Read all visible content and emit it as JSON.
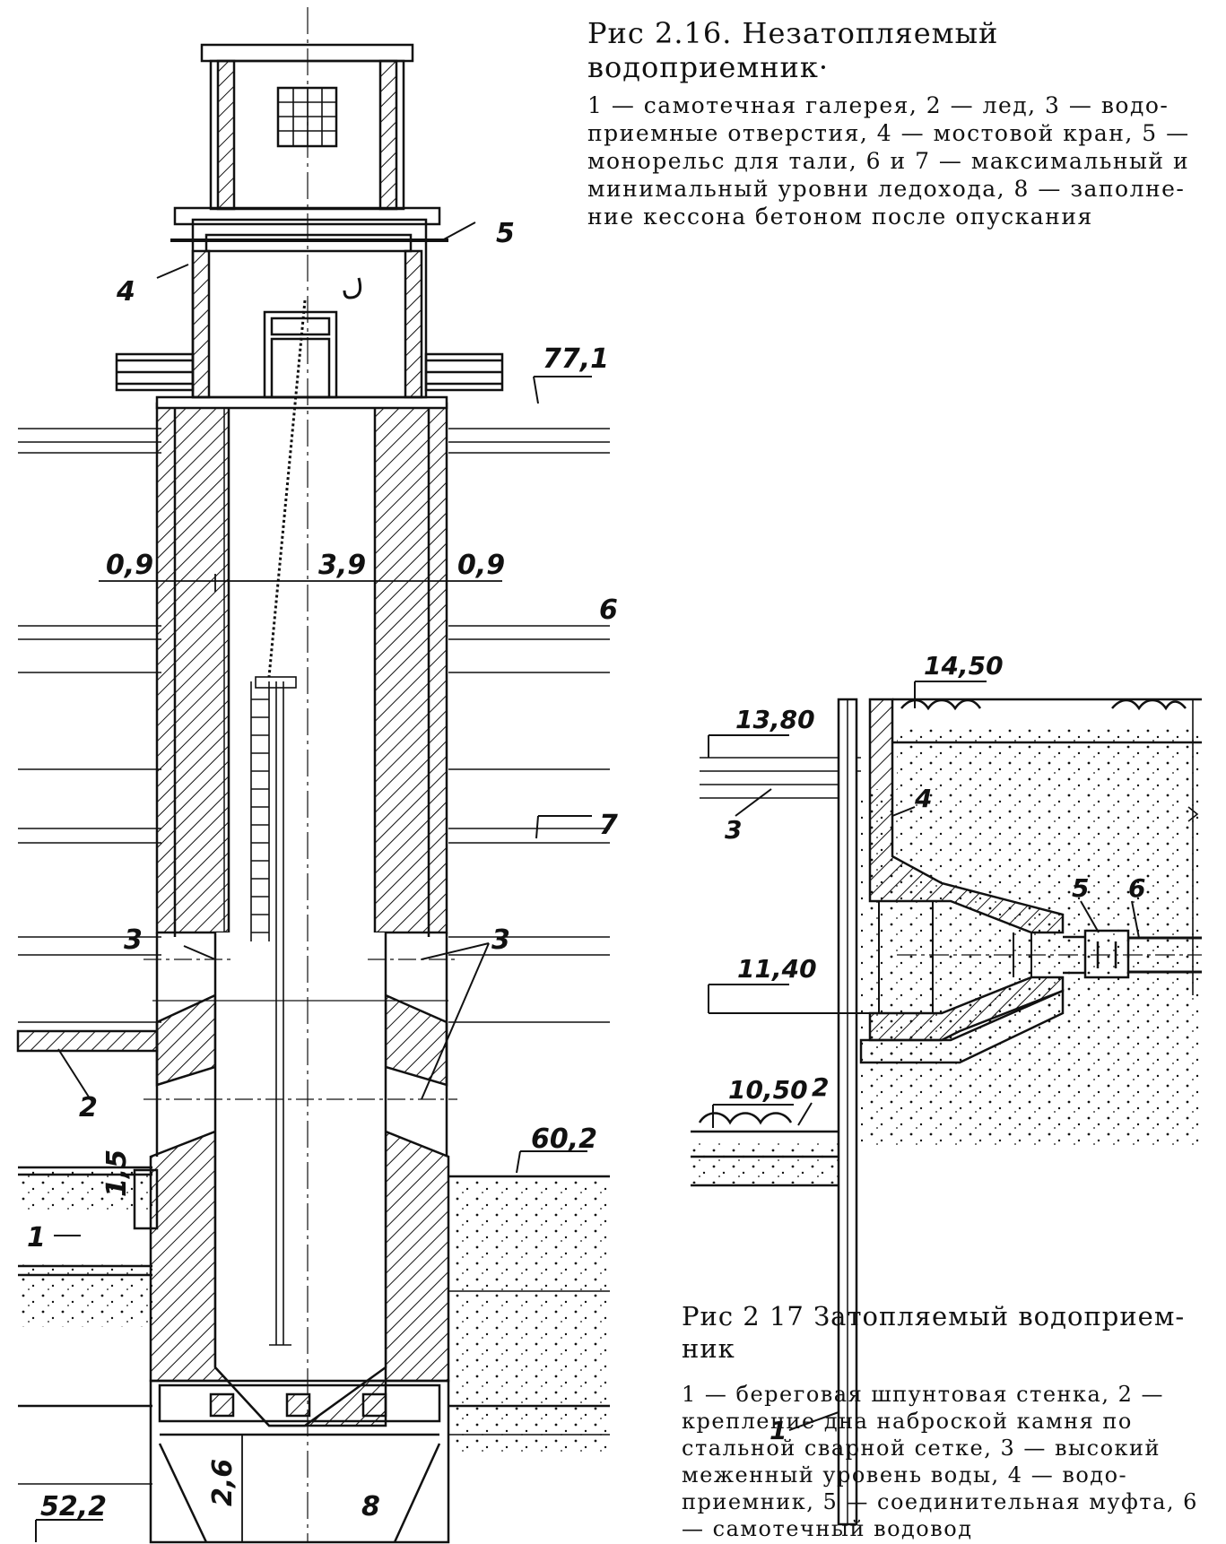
{
  "fig1": {
    "title": "Рис  2.16. Незатопляемый водоприемник·",
    "legend": "1 — самотечная галерея, 2 — лед, 3 — водо­приемные отверстия, 4 — мостовой кран, 5 — монорельс для тали, 6 и 7 — максимальный и минимальный уровни ледохода, 8 — заполне­ние кессона бетоном после опускания",
    "labels": {
      "crane": "4",
      "monorail": "5",
      "elev_top": "77,1",
      "dim_left": "0,9",
      "dim_mid": "3,9",
      "dim_right": "0,9",
      "level_max": "6",
      "level_min": "7",
      "inlet_left": "3",
      "inlet_right": "3",
      "ice": "2",
      "elev_bottom_ground": "60,2",
      "gallery": "1",
      "dim_gallery": "1,5",
      "dim_caisson": "2,6",
      "concrete": "8",
      "elev_base": "52,2"
    }
  },
  "fig2": {
    "title": "Рис  2 17  Затопляемый водоприем­ник",
    "legend": "1 — береговая шпунтовая стенка, 2 — крепление дна наброской камня по стальной сварной сетке, 3 — высокий меженный уровень воды, 4 — водо­приемник, 5 — соединительная муфта, 6 — самотечный водовод",
    "labels": {
      "elev_top": "14,50",
      "elev_water": "13,80",
      "water_level": "3",
      "intake": "4",
      "coupling": "5",
      "pipe": "6",
      "elev_axis": "11,40",
      "elev_bottom": "10,50",
      "riprap": "2",
      "sheet_pile": "1"
    }
  }
}
